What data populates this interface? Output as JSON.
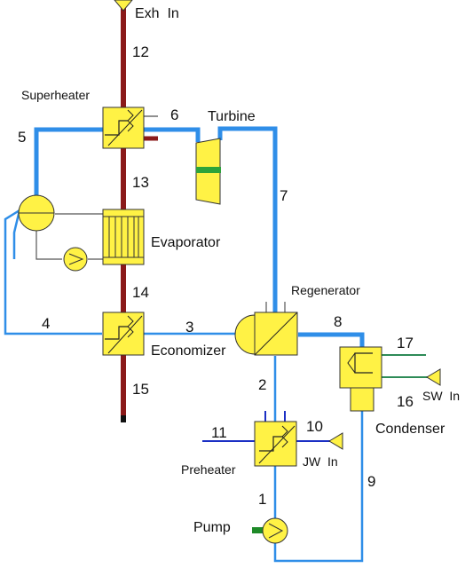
{
  "colors": {
    "background": "#ffffff",
    "exhaust": "#8b1a1a",
    "working_fluid": "#2f8ee8",
    "component_fill": "#fff245",
    "component_stroke": "#333333",
    "water": "#1b2fc4",
    "seawater": "#2e8b57",
    "turbine_band": "#2ea33a",
    "pump_stub": "#1e8a28",
    "aux_line": "#555555"
  },
  "components": {
    "superheater": "Superheater",
    "turbine": "Turbine",
    "evaporator": "Evaporator",
    "regenerator": "Regenerator",
    "economizer": "Economizer",
    "condenser": "Condenser",
    "preheater": "Preheater",
    "pump": "Pump"
  },
  "inlets": {
    "exhaust_in": "Exh  In",
    "seawater_in": "SW  In",
    "jacket_water_in": "JW  In"
  },
  "streams": {
    "s1": "1",
    "s2": "2",
    "s3": "3",
    "s4": "4",
    "s5": "5",
    "s6": "6",
    "s7": "7",
    "s8": "8",
    "s9": "9",
    "s10": "10",
    "s11": "11",
    "s12": "12",
    "s13": "13",
    "s14": "14",
    "s15": "15",
    "s16": "16",
    "s17": "17"
  }
}
